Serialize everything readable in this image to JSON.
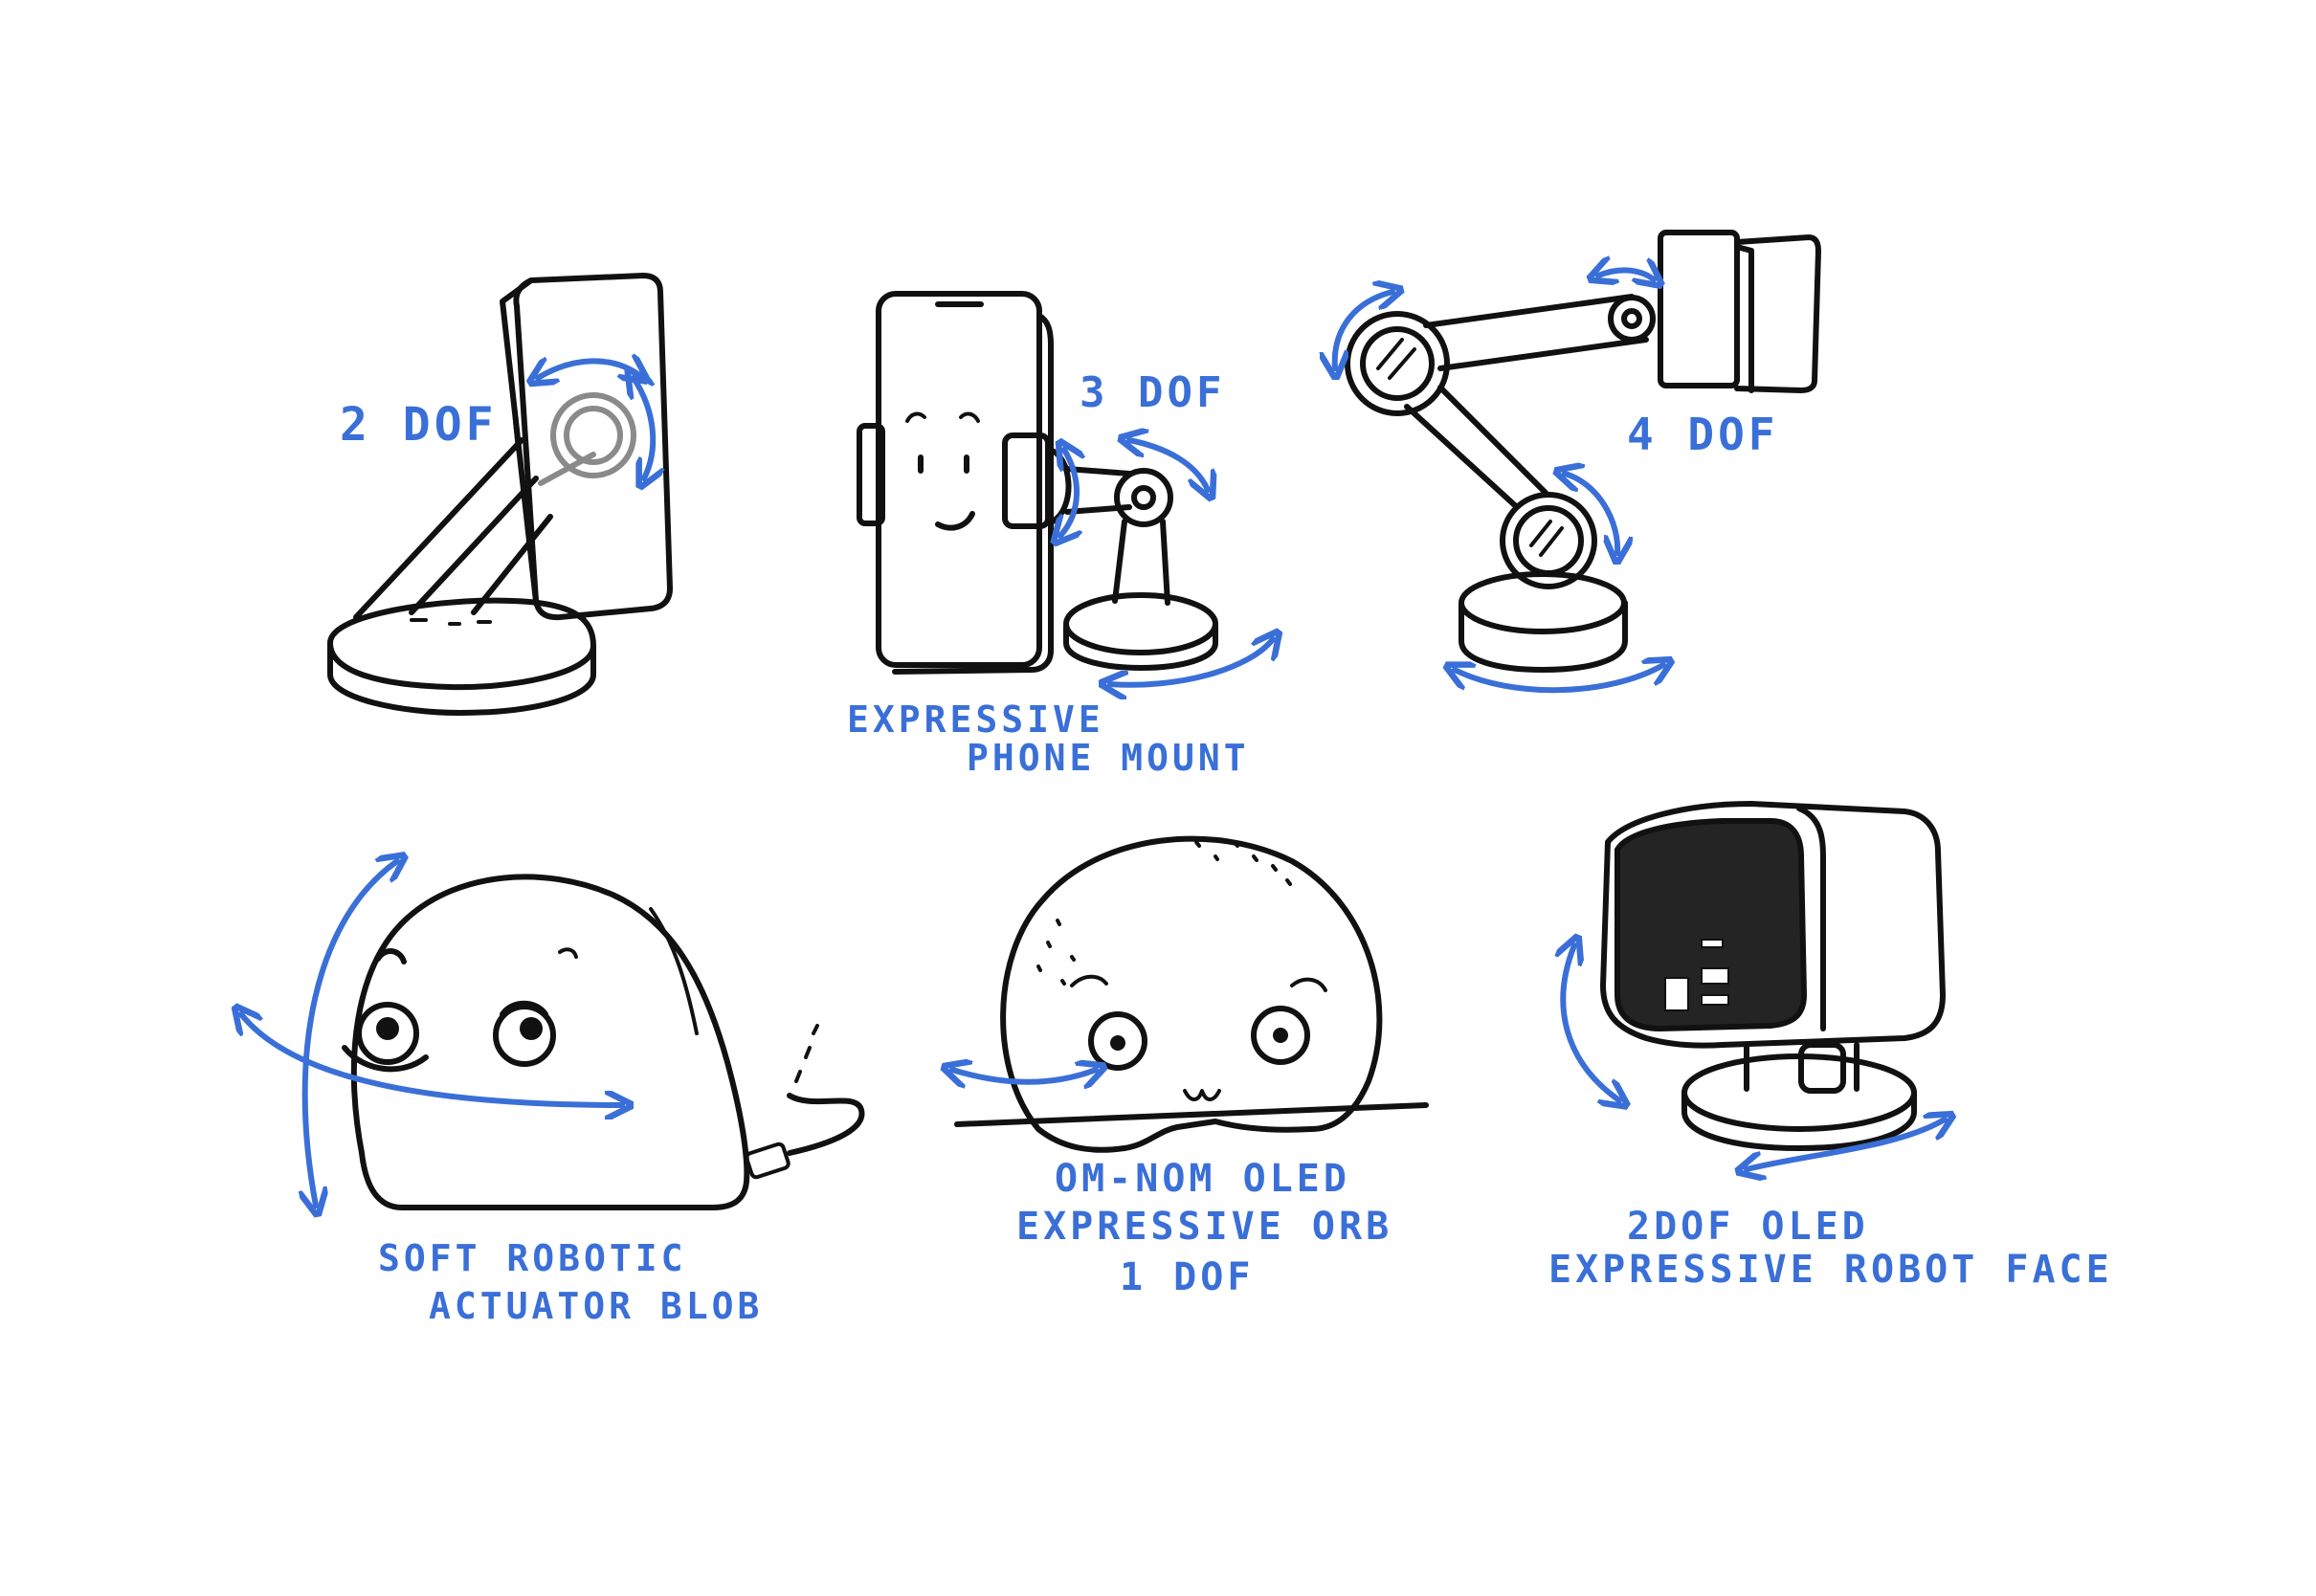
{
  "colors": {
    "ink": "#111111",
    "annotation": "#3a6fd8",
    "screen": "#242424"
  },
  "sketches": [
    {
      "id": "phone-stand-2dof",
      "labels": [
        "2 DOF"
      ]
    },
    {
      "id": "expressive-phone-mount",
      "labels": [
        "3 DOF",
        "EXPRESSIVE",
        "PHONE MOUNT"
      ]
    },
    {
      "id": "robot-arm-4dof",
      "labels": [
        "4 DOF"
      ]
    },
    {
      "id": "soft-actuator-blob",
      "labels": [
        "SOFT ROBOTIC",
        "ACTUATOR BLOB"
      ]
    },
    {
      "id": "oled-orb",
      "labels": [
        "OM-NOM OLED",
        "EXPRESSIVE ORB",
        "1 DOF"
      ]
    },
    {
      "id": "oled-robot-face",
      "labels": [
        "2DOF OLED",
        "EXPRESSIVE ROBOT FACE"
      ]
    }
  ]
}
